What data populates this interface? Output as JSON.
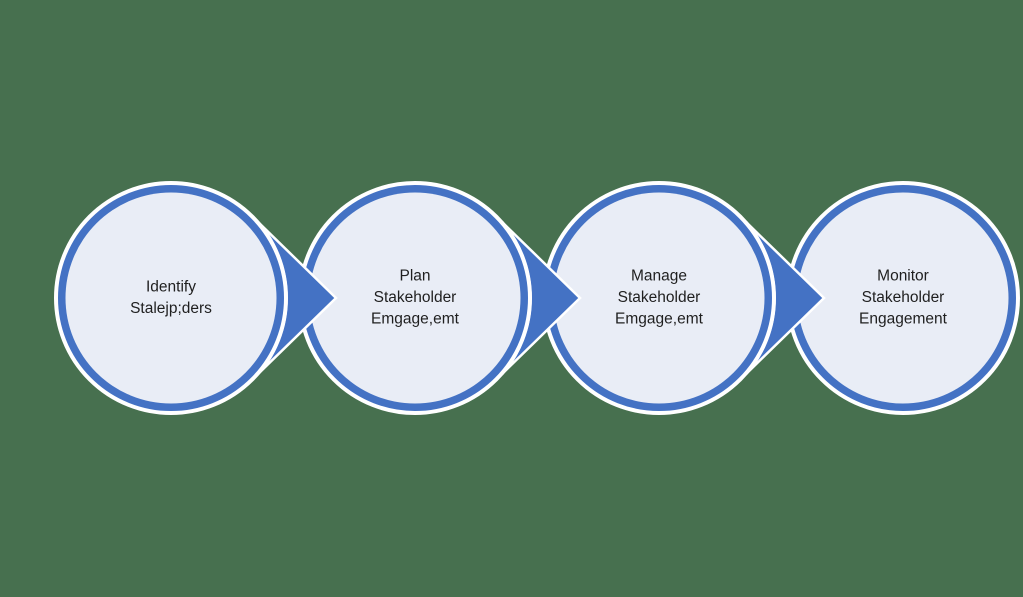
{
  "colors": {
    "background": "#47704F",
    "shape_blue": "#4472C4",
    "circle_inner_fill": "#E9EDF6",
    "outline_white": "#FFFFFF",
    "text": "#1F1F1F"
  },
  "process": {
    "steps": [
      {
        "lines": [
          "Identify",
          "Stalejp;ders"
        ]
      },
      {
        "lines": [
          "Plan",
          "Stakeholder",
          "Emgage,emt"
        ]
      },
      {
        "lines": [
          "Manage",
          "Stakeholder",
          "Emgage,emt"
        ]
      },
      {
        "lines": [
          "Monitor",
          "Stakeholder",
          "Engagement"
        ]
      }
    ]
  }
}
